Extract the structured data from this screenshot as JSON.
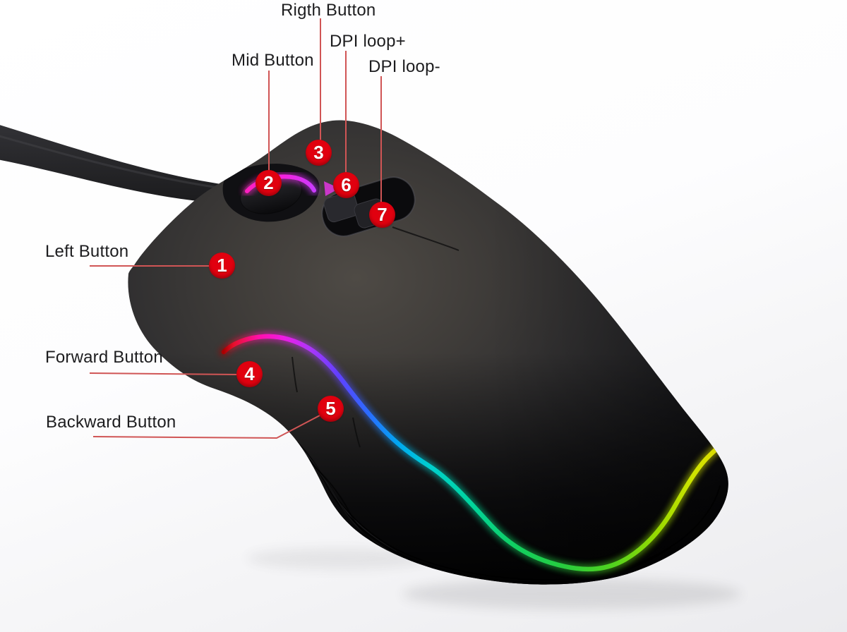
{
  "page": {
    "title": "7-button RGB gaming mouse — labeled button diagram"
  },
  "theme": {
    "label_color": "#1d1d1f",
    "badge_bg": "#e1000f",
    "badge_text": "#ffffff",
    "leader_color": "#d05555",
    "mouse_body_light": "#4c4843",
    "mouse_body_dark": "#141416",
    "wheel_glow": "#ff1fc0",
    "stripe_palette": [
      "#e8102c",
      "#ff0faa",
      "#ee1ce4",
      "#b035f8",
      "#6040ff",
      "#2a6cff",
      "#00a8f0",
      "#00cfd0",
      "#00d4a0",
      "#10cf62",
      "#28cc3e",
      "#52d41e",
      "#9ada00",
      "#cfe400"
    ]
  },
  "labels": {
    "rigth_button": "Rigth Button",
    "dpi_plus": "DPI loop+",
    "mid_button": "Mid Button",
    "dpi_minus": "DPI loop-",
    "left_button": "Left Button",
    "forward_button": "Forward Button",
    "backward_button": "Backward Button"
  },
  "badges": {
    "n1": "1",
    "n2": "2",
    "n3": "3",
    "n4": "4",
    "n5": "5",
    "n6": "6",
    "n7": "7"
  }
}
